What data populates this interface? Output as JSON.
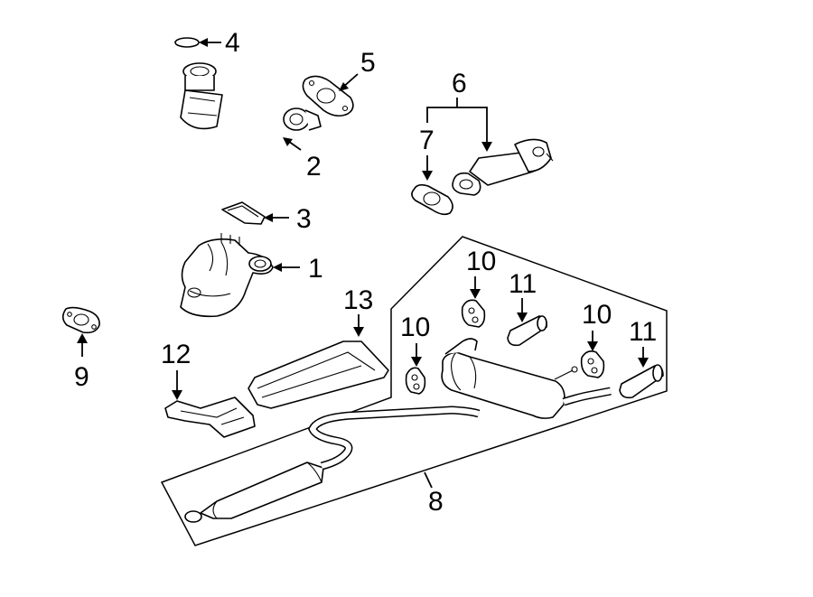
{
  "callouts": {
    "c1": "1",
    "c2": "2",
    "c3": "3",
    "c4": "4",
    "c5": "5",
    "c6": "6",
    "c7": "7",
    "c8": "8",
    "c9": "9",
    "c10a": "10",
    "c10b": "10",
    "c10c": "10",
    "c11a": "11",
    "c11b": "11",
    "c12": "12",
    "c13": "13"
  }
}
